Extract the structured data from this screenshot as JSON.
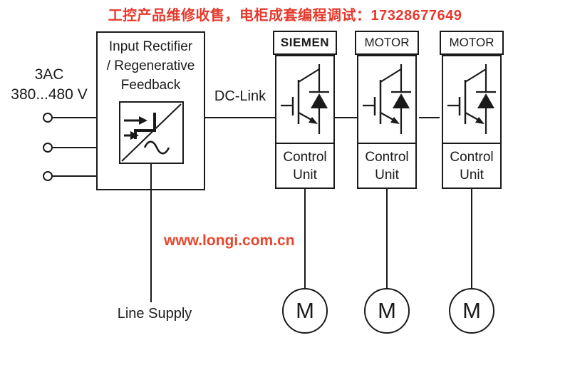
{
  "banner": {
    "text": "工控产品维修收售，电柜成套编程调试：17328677649",
    "color": "#e6392c"
  },
  "supply": {
    "line1": "3AC",
    "line2": "380...480 V",
    "terminal_count": 3
  },
  "rectifier": {
    "title": "Input Rectifier / Regenerative Feedback",
    "title_lines": [
      "Input Rectifier",
      "/ Regenerative",
      "Feedback"
    ],
    "symbol": "ac-dc-regenerative-converter"
  },
  "dc_link": {
    "label": "DC-Link"
  },
  "line_supply": {
    "label": "Line Supply"
  },
  "inverters": [
    {
      "header": "SIEMEN",
      "symbol": "igbt-with-freewheel-diode",
      "control": "Control Unit",
      "motor": "M"
    },
    {
      "header": "MOTOR",
      "symbol": "igbt-with-freewheel-diode",
      "control": "Control Unit",
      "motor": "M"
    },
    {
      "header": "MOTOR",
      "symbol": "igbt-with-freewheel-diode",
      "control": "Control Unit",
      "motor": "M"
    }
  ],
  "watermark": {
    "text": "www.longi.com.cn",
    "color": "#e5482e"
  }
}
